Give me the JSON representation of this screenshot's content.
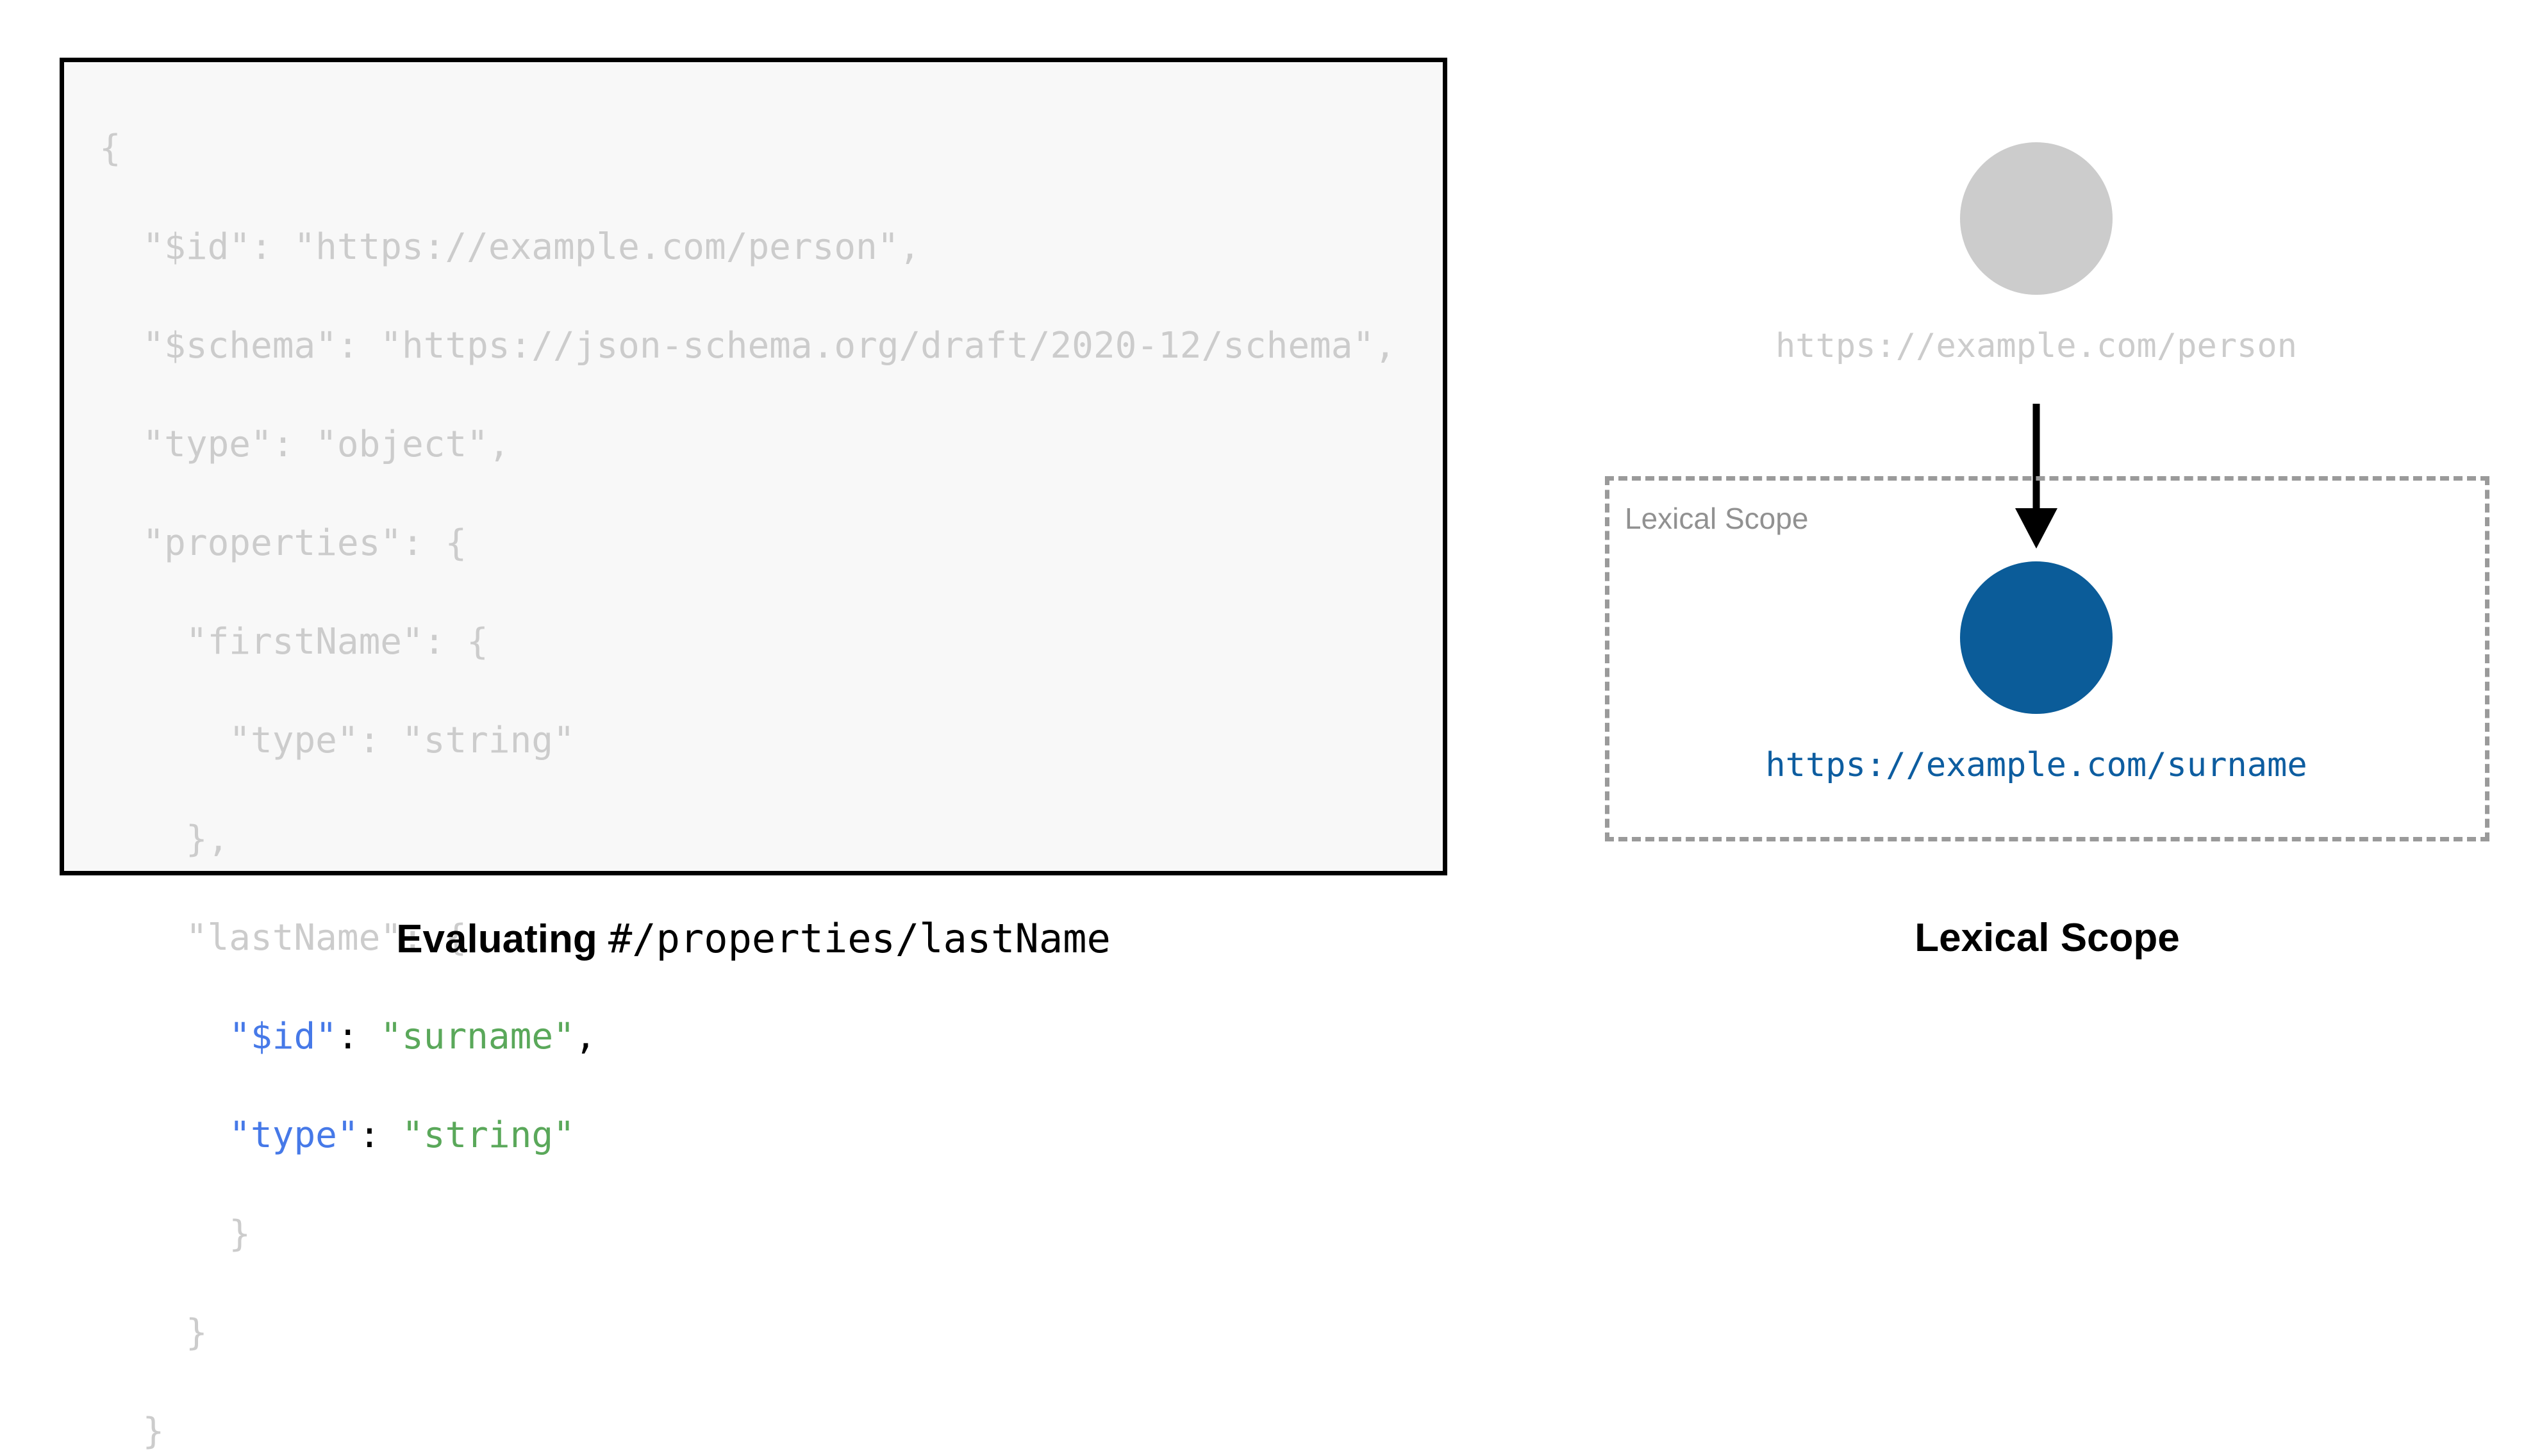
{
  "figure": {
    "background_color": "#ffffff",
    "dim_text_color": "#cccccc",
    "key_color": "#4679e8",
    "string_color": "#5aa85a",
    "punct_color": "#000000",
    "accent_blue": "#0b5c99",
    "scope_border_color": "#9a9a9a",
    "root_node_color": "#cccccc"
  },
  "left": {
    "caption_strong": "Evaluating",
    "caption_mono": "#/properties/lastName",
    "code": {
      "language": "json",
      "lines": [
        {
          "indent": 0,
          "tokens": [
            {
              "t": "{",
              "c": "dim"
            }
          ]
        },
        {
          "indent": 1,
          "tokens": [
            {
              "t": "\"$id\": \"https://example.com/person\",",
              "c": "dim"
            }
          ]
        },
        {
          "indent": 1,
          "tokens": [
            {
              "t": "\"$schema\": \"https://json-schema.org/draft/2020-12/schema\",",
              "c": "dim"
            }
          ]
        },
        {
          "indent": 1,
          "tokens": [
            {
              "t": "\"type\": \"object\",",
              "c": "dim"
            }
          ]
        },
        {
          "indent": 1,
          "tokens": [
            {
              "t": "\"properties\": {",
              "c": "dim"
            }
          ]
        },
        {
          "indent": 2,
          "tokens": [
            {
              "t": "\"firstName\": {",
              "c": "dim"
            }
          ]
        },
        {
          "indent": 3,
          "tokens": [
            {
              "t": "\"type\": \"string\"",
              "c": "dim"
            }
          ]
        },
        {
          "indent": 2,
          "tokens": [
            {
              "t": "},",
              "c": "dim"
            }
          ]
        },
        {
          "indent": 2,
          "tokens": [
            {
              "t": "\"lastName\": {",
              "c": "dim"
            }
          ]
        },
        {
          "indent": 3,
          "tokens": [
            {
              "t": "\"$id\"",
              "c": "key"
            },
            {
              "t": ": ",
              "c": "punct"
            },
            {
              "t": "\"surname\"",
              "c": "str"
            },
            {
              "t": ",",
              "c": "punct"
            }
          ]
        },
        {
          "indent": 3,
          "tokens": [
            {
              "t": "\"type\"",
              "c": "key"
            },
            {
              "t": ": ",
              "c": "punct"
            },
            {
              "t": "\"string\"",
              "c": "str"
            }
          ]
        },
        {
          "indent": 3,
          "tokens": [
            {
              "t": "}",
              "c": "dim"
            }
          ]
        },
        {
          "indent": 2,
          "tokens": [
            {
              "t": "}",
              "c": "dim"
            }
          ]
        },
        {
          "indent": 1,
          "tokens": [
            {
              "t": "}",
              "c": "dim"
            }
          ]
        }
      ]
    }
  },
  "right": {
    "caption": "Lexical Scope",
    "root_node": {
      "label": "https://example.com/person",
      "color": "#cccccc"
    },
    "scope_box": {
      "label": "Lexical Scope",
      "border_style": "dashed",
      "border_color": "#9a9a9a"
    },
    "scoped_node": {
      "label": "https://example.com/surname",
      "color": "#0b5c99",
      "label_color": "#0d5da0"
    },
    "edge": {
      "from": "root_node",
      "to": "scoped_node",
      "style": "solid-arrow",
      "color": "#000000"
    }
  }
}
